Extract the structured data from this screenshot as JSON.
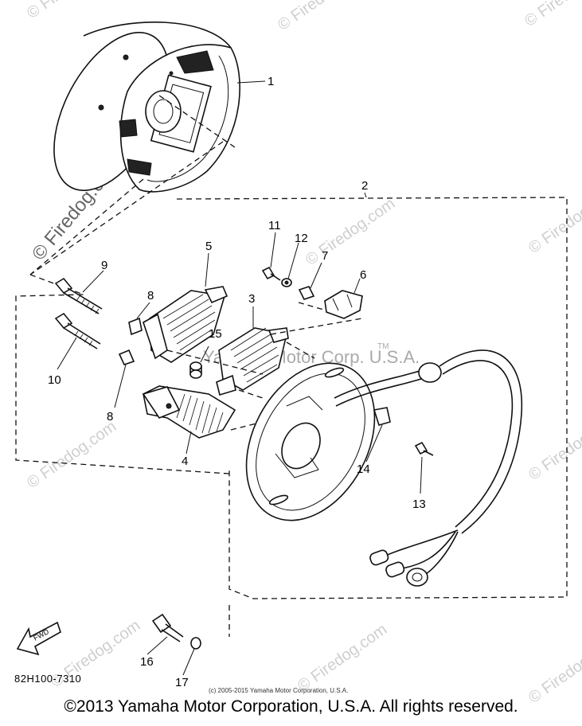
{
  "diagram": {
    "part_code": "82H100-7310",
    "small_copyright": "(c) 2005-2015 Yamaha Motor Corporation, U.S.A.",
    "copyright": "©2013 Yamaha Motor Corporation, U.S.A. All rights reserved.",
    "fwd_label": "FWD",
    "watermark_center": "Yamaha Motor Corp. U.S.A.",
    "watermark_tm": "TM",
    "watermark_brand": "© Firedog.com",
    "callouts": {
      "c1": "1",
      "c2": "2",
      "c3": "3",
      "c4": "4",
      "c5": "5",
      "c6": "6",
      "c7": "7",
      "c8a": "8",
      "c8b": "8",
      "c9": "9",
      "c10": "10",
      "c11": "11",
      "c12": "12",
      "c13": "13",
      "c14": "14",
      "c15": "15",
      "c16": "16",
      "c17": "17"
    }
  }
}
